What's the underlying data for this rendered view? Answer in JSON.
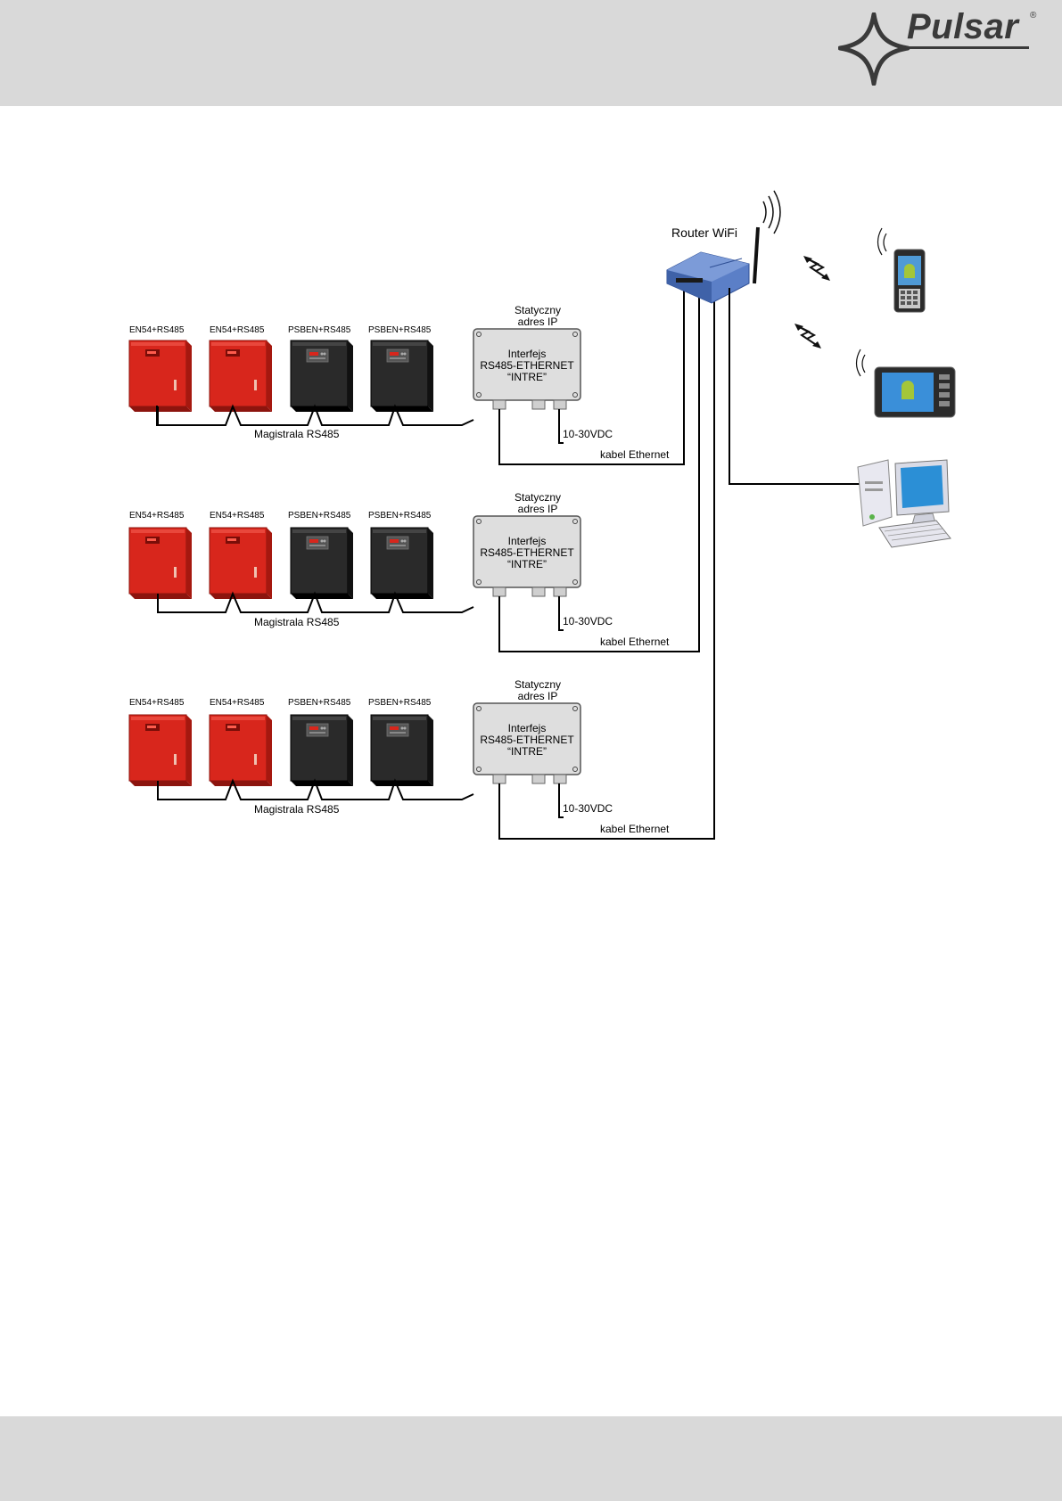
{
  "brand": {
    "name": "Pulsar",
    "reg": "®"
  },
  "router": {
    "label": "Router WiFi"
  },
  "segments": [
    {
      "devices": [
        "EN54+RS485",
        "EN54+RS485",
        "PSBEN+RS485",
        "PSBEN+RS485"
      ],
      "bus_label": "Magistrala RS485",
      "ip_label_1": "Statyczny",
      "ip_label_2": "adres IP",
      "interface_line1": "Interfejs",
      "interface_line2": "RS485-ETHERNET",
      "interface_line3": "“INTRE”",
      "power_label": "10-30VDC",
      "cable_label": "kabel Ethernet"
    },
    {
      "devices": [
        "EN54+RS485",
        "EN54+RS485",
        "PSBEN+RS485",
        "PSBEN+RS485"
      ],
      "bus_label": "Magistrala RS485",
      "ip_label_1": "Statyczny",
      "ip_label_2": "adres IP",
      "interface_line1": "Interfejs",
      "interface_line2": "RS485-ETHERNET",
      "interface_line3": "“INTRE”",
      "power_label": "10-30VDC",
      "cable_label": "kabel Ethernet"
    },
    {
      "devices": [
        "EN54+RS485",
        "EN54+RS485",
        "PSBEN+RS485",
        "PSBEN+RS485"
      ],
      "bus_label": "Magistrala RS485",
      "ip_label_1": "Statyczny",
      "ip_label_2": "adres IP",
      "interface_line1": "Interfejs",
      "interface_line2": "RS485-ETHERNET",
      "interface_line3": "“INTRE”",
      "power_label": "10-30VDC",
      "cable_label": "kabel Ethernet"
    }
  ],
  "icons": {
    "logo": "pulsar-star-logo",
    "router": "wifi-router-icon",
    "phone": "android-phone-icon",
    "tablet": "android-tablet-icon",
    "computer": "desktop-computer-icon",
    "red_unit": "en54-power-supply-icon",
    "black_unit": "psben-power-supply-icon"
  },
  "colors": {
    "band": "#d9d9d9",
    "red_unit": "#d8261c",
    "black_unit": "#2a2a2a",
    "router": "#5b7fc7",
    "interface_box": "#dedede"
  }
}
